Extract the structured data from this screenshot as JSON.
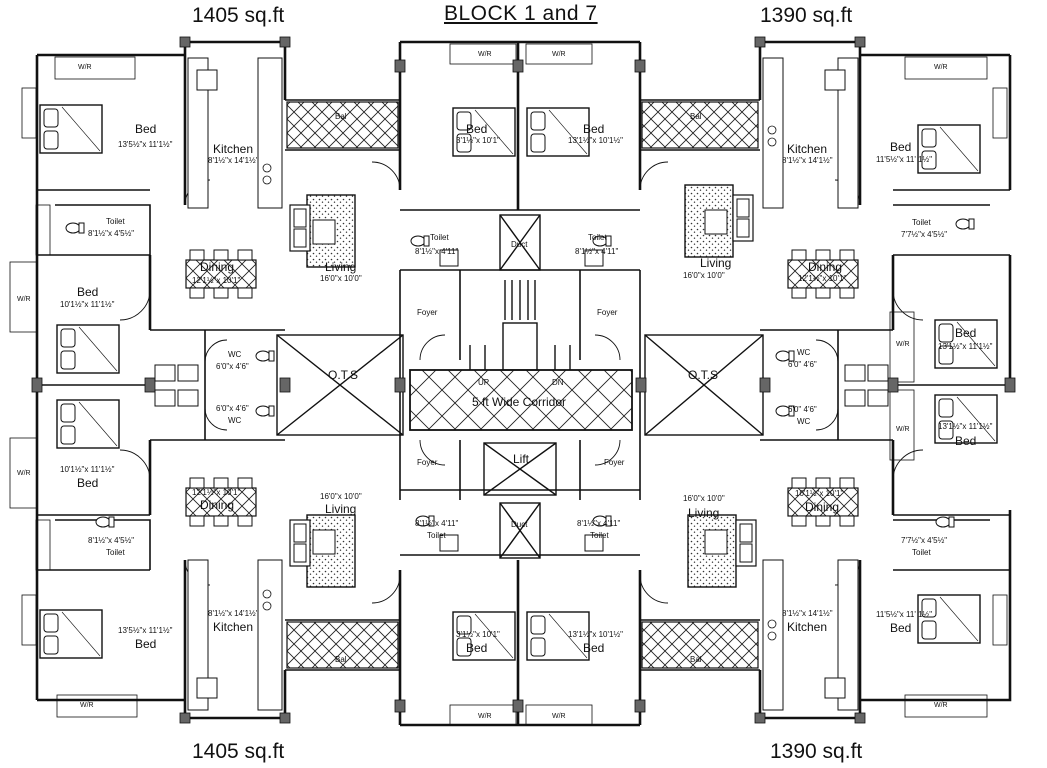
{
  "header": {
    "title": "BLOCK  1 and 7",
    "area_top_left": "1405 sq.ft",
    "area_top_right": "1390 sq.ft",
    "area_bottom_left": "1405 sq.ft",
    "area_bottom_right": "1390 sq.ft"
  },
  "core": {
    "corridor": "5 ft  Wide Corridor",
    "lift": "Lift",
    "ots_left": "O.T.S",
    "ots_right": "O.T.S",
    "up": "UP",
    "dn": "DN",
    "duct_top": "Duct",
    "duct_bottom": "Duct",
    "foyer_tl": "Foyer",
    "foyer_tr": "Foyer",
    "foyer_bl": "Foyer",
    "foyer_br": "Foyer"
  },
  "units": {
    "top_left": {
      "bed1": "Bed",
      "bed1_dim": "13'5½\"x 11'1½\"",
      "kitchen": "Kitchen",
      "kitchen_dim": "8'1½\"x 14'1½\"",
      "toilet": "Toilet",
      "toilet_dim": "8'1½\"x 4'5½\"",
      "dining": "Dining",
      "dining_dim": "12'1½\"x 10'1\"",
      "living": "Living",
      "living_dim": "16'0\"x 10'0\"",
      "bed2": "Bed",
      "bed2_dim": "10'1½\"x 11'1½\"",
      "wc": "WC",
      "wc_dim": "6'0\"x 4'6\"",
      "bal": "Bal",
      "wr1": "W/R",
      "wr2": "W/R"
    },
    "top_mid": {
      "bed_left": "Bed",
      "bed_left_dim": "3'1½\"x 10'1\"",
      "bed_right": "Bed",
      "bed_right_dim": "13'1½\"x 10'1½\"",
      "toilet_left": "Toilet",
      "toilet_left_dim": "8'1½\"x 4'11\"",
      "toilet_right": "Toilet",
      "toilet_right_dim": "8'1½\"x 4'11\"",
      "wr_left": "W/R",
      "wr_right": "W/R"
    },
    "top_right": {
      "bed1": "Bed",
      "bed1_dim": "11'5½\"x 11' 1½\"",
      "kitchen": "Kitchen",
      "kitchen_dim": "8'1½\"x 14'1½\"",
      "toilet": "Toilet",
      "toilet_dim": "7'7½\"x 4'5½\"",
      "dining": "Dining",
      "dining_dim": "12'1½\"x 10'1\"",
      "living": "Living",
      "living_dim": "16'0\"x 10'0\"",
      "bed2": "Bed",
      "bed2_dim": "13'1½\"x 11'1½\"",
      "wc": "WC",
      "wc_dim": "6'0\" 4'6\"",
      "bal": "Bal",
      "wr1": "W/R",
      "wr2": "W/R"
    },
    "bottom_left": {
      "bed1": "Bed",
      "bed1_dim": "13'5½\"x 11'1½\"",
      "kitchen": "Kitchen",
      "kitchen_dim": "8'1½\"x 14'1½\"",
      "toilet": "Toilet",
      "toilet_dim": "8'1½\"x 4'5½\"",
      "dining": "Dining",
      "dining_dim": "12'1½\"x 10'1\"",
      "living": "Living",
      "living_dim": "16'0\"x 10'0\"",
      "bed2": "Bed",
      "bed2_dim": "10'1½\"x 11'1½\"",
      "wc": "WC",
      "wc_dim": "6'0\"x 4'6\"",
      "bal": "Bal",
      "wr1": "W/R",
      "wr2": "W/R"
    },
    "bottom_mid": {
      "bed_left": "Bed",
      "bed_left_dim": "3'1½\"x 10'1\"",
      "bed_right": "Bed",
      "bed_right_dim": "13'1½\"x 10'1½\"",
      "toilet_left": "Toilet",
      "toilet_left_dim": "8'1½\"x 4'11\"",
      "toilet_right": "Toilet",
      "toilet_right_dim": "8'1½\"x 4'11\"",
      "wr_left": "W/R",
      "wr_right": "W/R"
    },
    "bottom_right": {
      "bed1": "Bed",
      "bed1_dim": "11'5½\"x 11' 1½\"",
      "kitchen": "Kitchen",
      "kitchen_dim": "8'1½\"x 14'1½\"",
      "toilet": "Toilet",
      "toilet_dim": "7'7½\"x 4'5½\"",
      "dining": "Dining",
      "dining_dim": "10'1½\"x 10'1\"",
      "living": "Living",
      "living_dim": "16'0\"x 10'0\"",
      "bed2": "Bed",
      "bed2_dim": "13'1½\"x 11'1½\"",
      "wc": "WC",
      "wc_dim": "6'0\" 4'6\"",
      "bal": "Bal",
      "wr1": "W/R",
      "wr2": "W/R"
    }
  }
}
